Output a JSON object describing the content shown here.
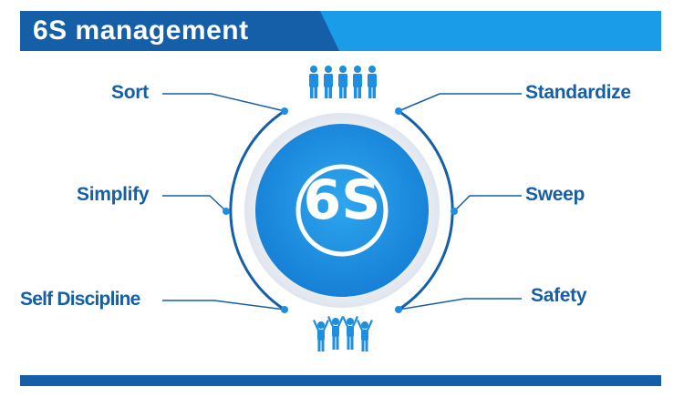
{
  "header": {
    "title": "6S management"
  },
  "center": {
    "label": "6S"
  },
  "items": {
    "sort": "Sort",
    "simplify": "Simplify",
    "self_discipline": "Self Discipline",
    "standardize": "Standardize",
    "sweep": "Sweep",
    "safety": "Safety"
  },
  "colors": {
    "dark_blue": "#145fa8",
    "light_blue": "#1a9ce8",
    "circle_blue": "#1e8fe0"
  },
  "icons": {
    "top": "team-standing-icon",
    "bottom": "team-cheering-icon"
  }
}
